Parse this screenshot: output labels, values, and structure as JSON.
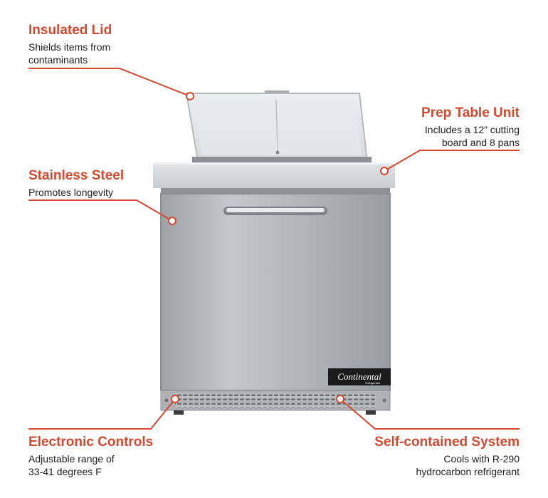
{
  "callouts": {
    "insulated_lid": {
      "title": "Insulated Lid",
      "line1": "Shields items from",
      "line2": "contaminants"
    },
    "prep_table": {
      "title": "Prep Table Unit",
      "line1": "Includes a 12” cutting",
      "line2": "board and 8 pans"
    },
    "stainless": {
      "title": "Stainless Steel",
      "line1": "Promotes longevity"
    },
    "electronic": {
      "title": "Electronic Controls",
      "line1": "Adjustable range of",
      "line2": "33-41 degrees F"
    },
    "self_contained": {
      "title": "Self-contained System",
      "line1": "Cools with R-290",
      "line2": "hydrocarbon refrigerant"
    }
  },
  "product": {
    "logo": "Continental",
    "logo_sub": "Refrigerator"
  },
  "colors": {
    "accent": "#d4492f",
    "steel": "#a9acb0",
    "text": "#222222"
  }
}
